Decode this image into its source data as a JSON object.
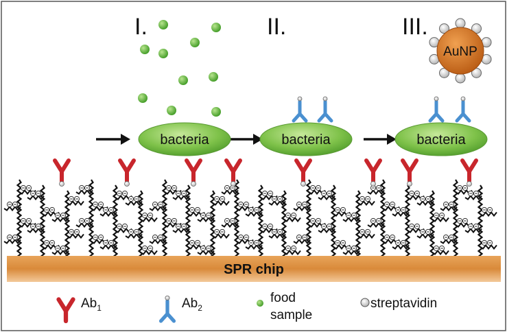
{
  "stages": [
    {
      "numeral": "I."
    },
    {
      "numeral": "II."
    },
    {
      "numeral": "III."
    }
  ],
  "bacteria_label": "bacteria",
  "nanoparticle_label": "AuNP",
  "chip_label": "SPR chip",
  "legend": {
    "ab1_main": "Ab",
    "ab1_sub": "1",
    "ab2_main": "Ab",
    "ab2_sub": "2",
    "food_line1": "food",
    "food_line2": "sample",
    "streptavidin": "streptavidin"
  },
  "colors": {
    "ab1": "#c8262c",
    "ab2": "#4a90d0",
    "food": "#5db43a",
    "bacteria": "#7fc24a",
    "chip": "#d98a3a",
    "aunp": "#d9731e",
    "polymer": "#111111"
  }
}
